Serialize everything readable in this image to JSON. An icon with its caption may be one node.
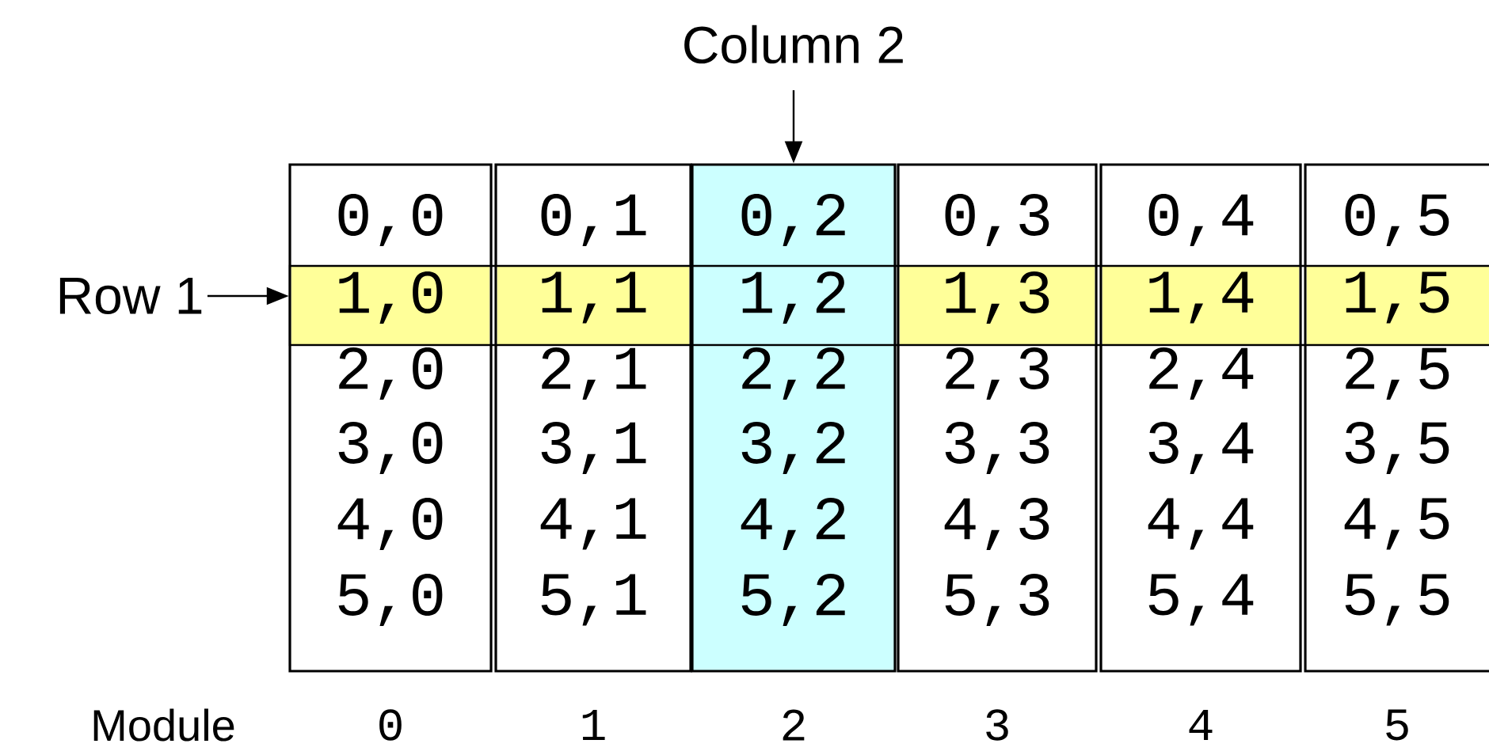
{
  "diagram": {
    "nodes": [
      {
        "text": [
          "Column 2"
        ]
      },
      {
        "text": [
          "Row 1"
        ]
      },
      {
        "text": [
          "0,0",
          "2,0",
          "3,0",
          "4,0",
          "5,0"
        ]
      },
      {
        "text": [
          "0,1",
          "2,1",
          "3,1",
          "4,1",
          "5,1"
        ]
      },
      {
        "text": [
          "0,2",
          "2,2",
          "3,2",
          "4,2",
          "5,2"
        ]
      },
      {
        "text": [
          "0,3",
          "2,3",
          "3,3",
          "4,3",
          "5,3"
        ]
      },
      {
        "text": [
          "0,4",
          "2,4",
          "3,4",
          "4,4",
          "5,4"
        ]
      },
      {
        "text": [
          "0,5",
          "2,5",
          "3,5",
          "4,5",
          "5,5"
        ]
      },
      {
        "text": [
          "1,0",
          "1,1",
          "1,2",
          "1,3",
          "1,4",
          "1,5"
        ]
      }
    ],
    "edges": [
      {
        "from": 0,
        "to": 4,
        "arrow": "to"
      },
      {
        "from": 1,
        "to": 8,
        "arrow": "to"
      }
    ],
    "labels": [
      "Module",
      "0",
      "1",
      "2",
      "3",
      "4",
      "5"
    ]
  }
}
